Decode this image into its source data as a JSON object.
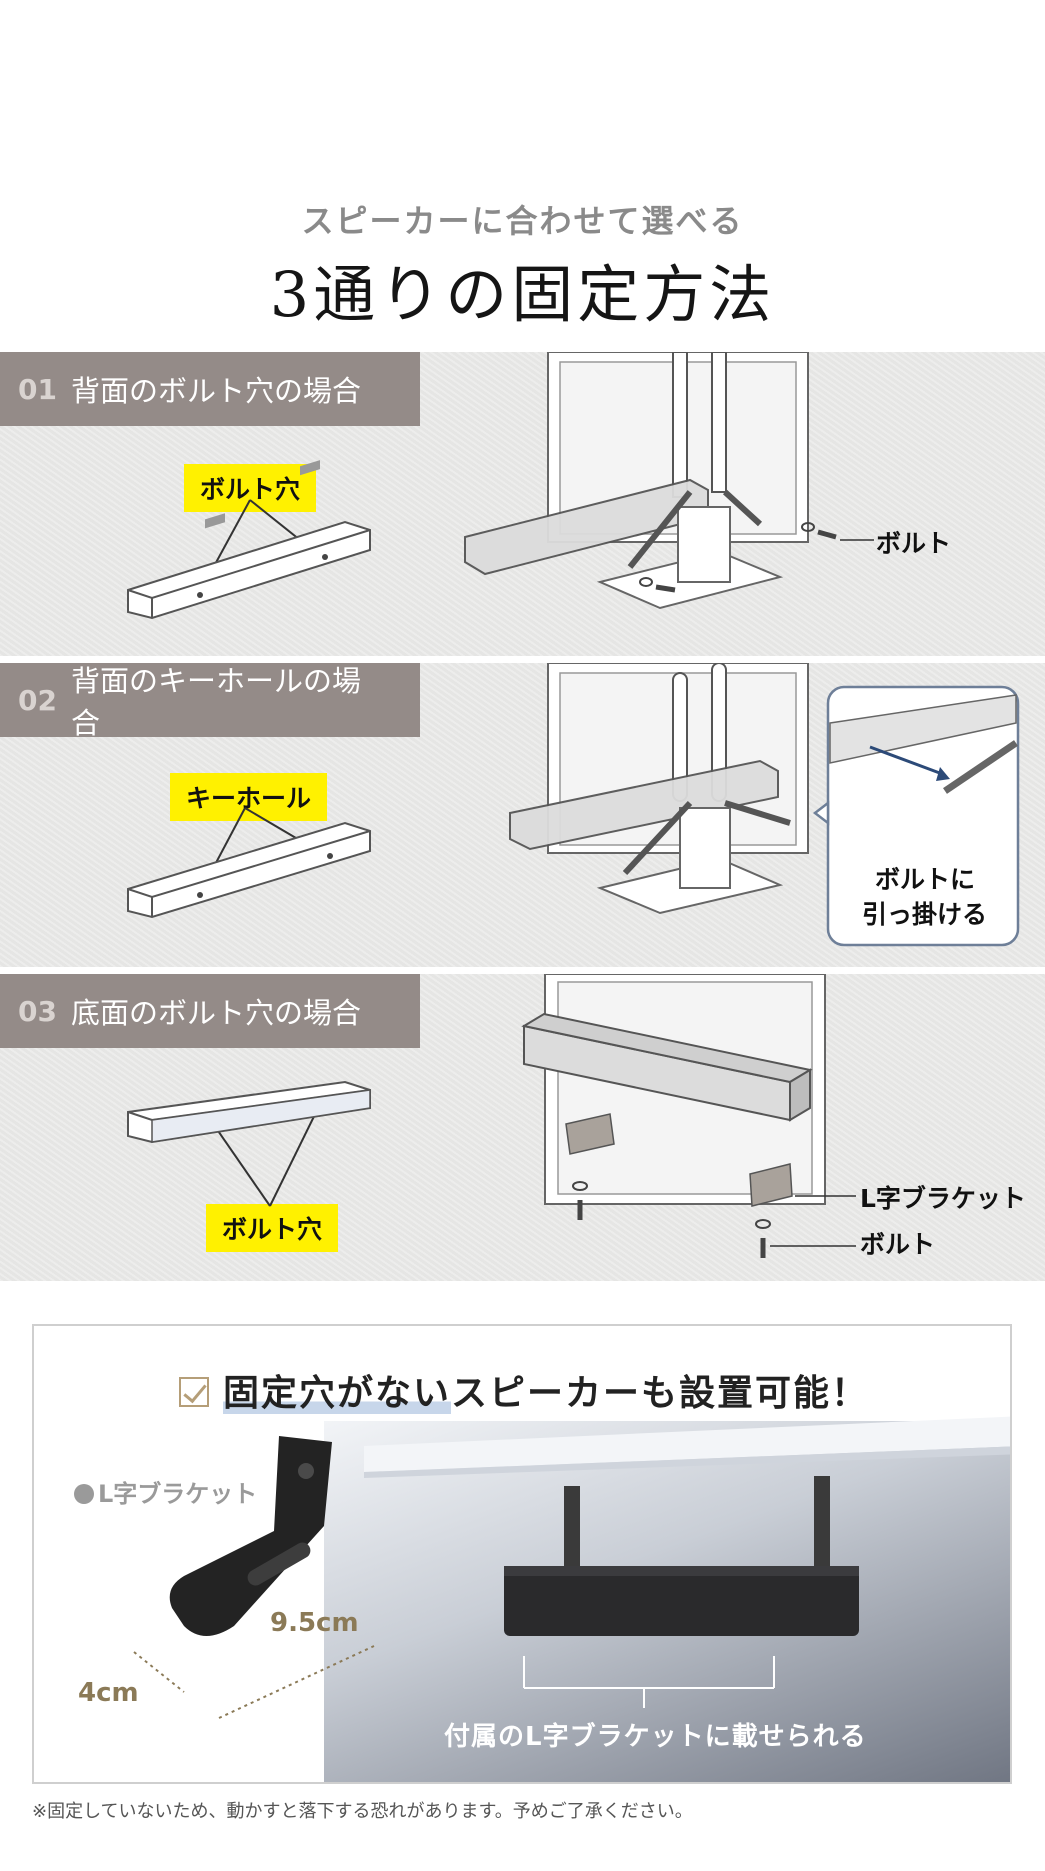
{
  "header": {
    "subtitle": "スピーカーに合わせて選べる",
    "title": "3通りの固定方法"
  },
  "sections": [
    {
      "num": "01",
      "label": "背面のボルト穴の場合",
      "tag": "ボルト穴",
      "callouts": [
        "ボルト"
      ]
    },
    {
      "num": "02",
      "label": "背面のキーホールの場合",
      "tag": "キーホール",
      "callouts": [
        "ボルトに",
        "引っ掛ける"
      ]
    },
    {
      "num": "03",
      "label": "底面のボルト穴の場合",
      "tag": "ボルト穴",
      "callouts": [
        "L字ブラケット",
        "ボルト"
      ]
    }
  ],
  "feature": {
    "heading_hl": "固定穴がない",
    "heading_rest": "スピーカーも設置可能！",
    "bracket_label": "L字ブラケット",
    "dim_long": "9.5cm",
    "dim_short": "4cm",
    "caption": "付属のL字ブラケットに載せられる"
  },
  "note": "※固定していないため、動かすと落下する恐れがあります。予めご了承ください。"
}
